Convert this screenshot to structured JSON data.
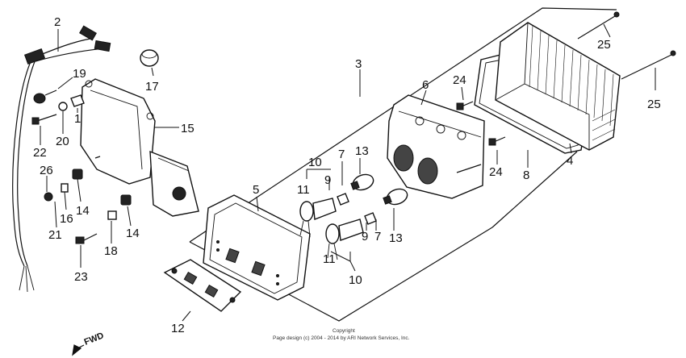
{
  "diagram": {
    "callouts": [
      "2",
      "19",
      "17",
      "3",
      "1",
      "15",
      "20",
      "22",
      "26",
      "16",
      "21",
      "14",
      "14",
      "18",
      "23",
      "12",
      "5",
      "10",
      "9",
      "11",
      "7",
      "13",
      "13",
      "7",
      "9",
      "11",
      "10",
      "6",
      "24",
      "24",
      "8",
      "4",
      "25",
      "25"
    ],
    "direction_label": "FWD",
    "copyright": {
      "line1": "Copyright",
      "line2": "Page design (c) 2004 - 2014 by ARI Network Services, Inc."
    },
    "colors": {
      "line": "#111111",
      "background": "#ffffff"
    }
  }
}
